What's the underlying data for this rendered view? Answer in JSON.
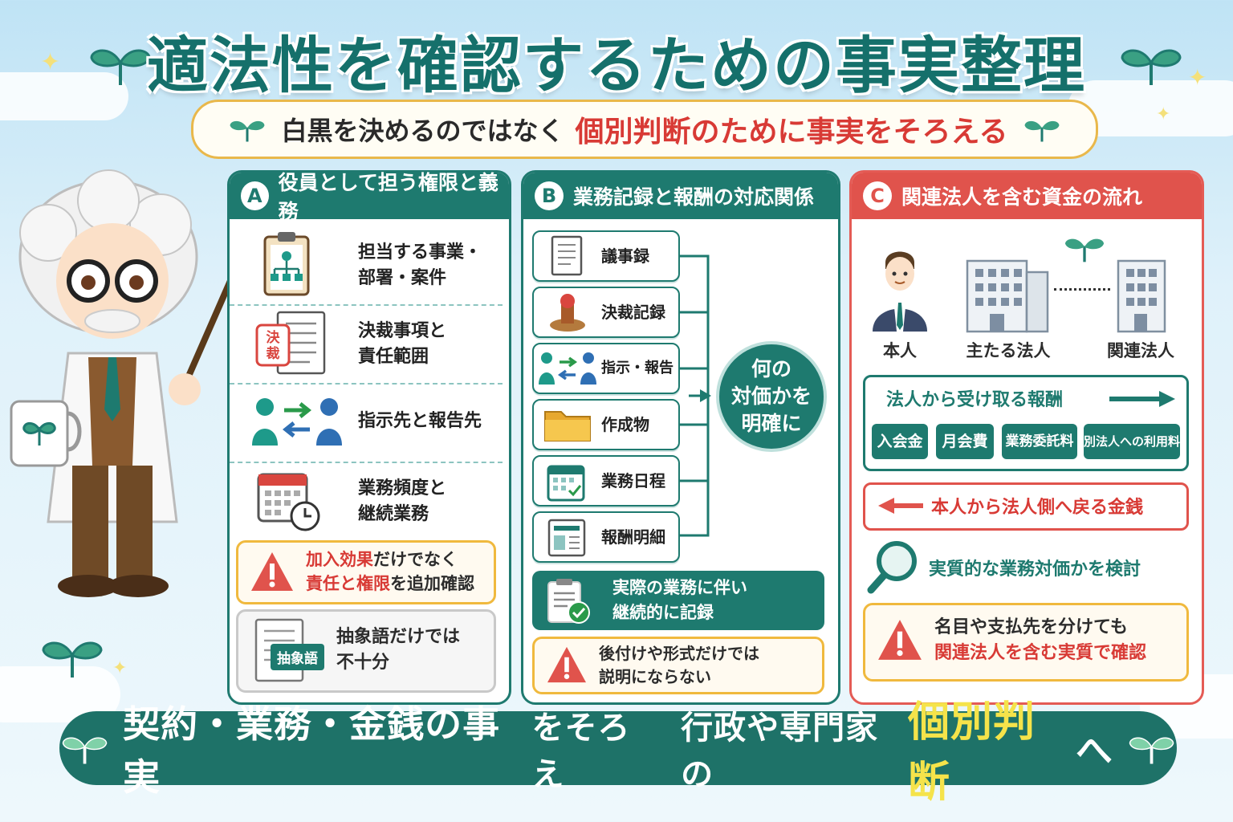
{
  "title": "適法性を確認するための事実整理",
  "subtitle": {
    "prefix": "白黒を決めるのではなく",
    "highlight": "個別判断",
    "suffix": "のために事実をそろえる"
  },
  "panel_a": {
    "badge": "A",
    "heading": "役員として担う権限と義務",
    "rows": [
      {
        "icon": "clipboard-org-chart-icon",
        "line1": "担当する事業・",
        "line2": "部署・案件"
      },
      {
        "icon": "approval-document-icon",
        "stamp": "決裁",
        "line1": "決裁事項と",
        "line2": "責任範囲"
      },
      {
        "icon": "people-exchange-icon",
        "line1": "指示先と報告先",
        "line2": ""
      },
      {
        "icon": "calendar-clock-icon",
        "line1": "業務頻度と",
        "line2": "継続業務"
      }
    ],
    "warning": {
      "red1": "加入効果",
      "plain1": "だけでなく",
      "red2": "責任と権限",
      "plain2": "を追加確認"
    },
    "note": {
      "tag": "抽象語",
      "line1": "抽象語だけでは",
      "line2": "不十分"
    }
  },
  "panel_b": {
    "badge": "B",
    "heading": "業務記録と報酬の対応関係",
    "items": [
      {
        "icon": "document-icon",
        "label": "議事録"
      },
      {
        "icon": "stamp-icon",
        "label": "決裁記録"
      },
      {
        "icon": "people-arrows-icon",
        "label": "指示・報告"
      },
      {
        "icon": "folder-icon",
        "label": "作成物"
      },
      {
        "icon": "calendar-check-icon",
        "label": "業務日程"
      },
      {
        "icon": "statement-icon",
        "label": "報酬明細"
      }
    ],
    "center": {
      "line1": "何の",
      "line2": "対価かを",
      "line3": "明確に"
    },
    "green_note": {
      "line1": "実際の業務に伴い",
      "line2": "継続的に記録"
    },
    "warning": {
      "line1": "後付けや形式だけでは",
      "line2": "説明にならない"
    }
  },
  "panel_c": {
    "badge": "C",
    "heading": "関連法人を含む資金の流れ",
    "entities": [
      "本人",
      "主たる法人",
      "関連法人"
    ],
    "income": {
      "title": "法人から受け取る報酬",
      "chips": [
        "入会金",
        "月会費",
        "業務委託料",
        "別法人への利用料"
      ]
    },
    "return_flow": "本人から法人側へ戻る金銭",
    "check": "実質的な業務対価かを検討",
    "warning": {
      "line1": "名目や支払先を分けても",
      "line2": "関連法人を含む実質で確認"
    }
  },
  "bottom": {
    "part1": "契約・業務・金銭の事実",
    "part2": "をそろえ",
    "part3": "行政や専門家の",
    "highlight": "個別判断",
    "part4": "へ"
  },
  "colors": {
    "teal": "#1e7a6f",
    "red": "#e0534c",
    "gold": "#f0b93e",
    "title": "#15706b"
  }
}
